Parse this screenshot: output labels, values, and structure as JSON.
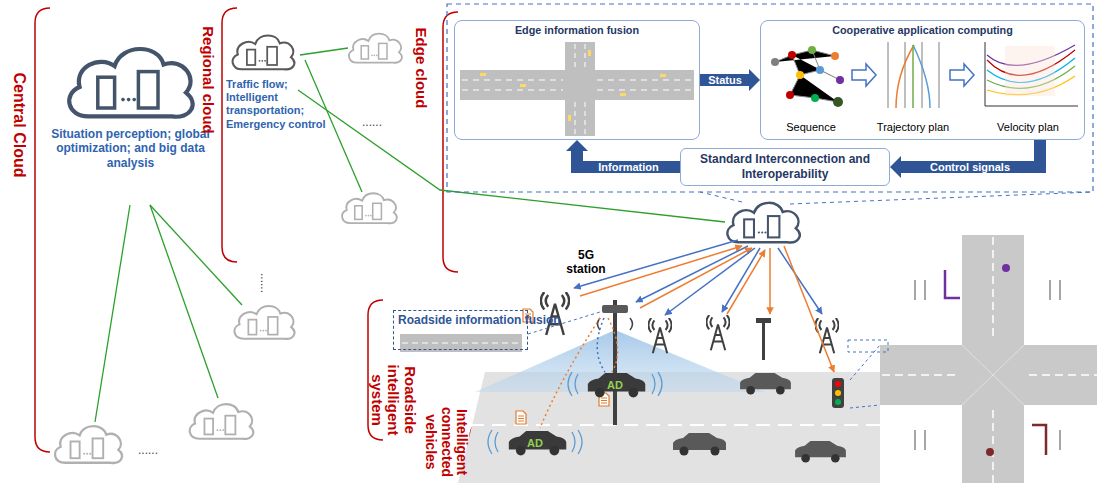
{
  "diagram": {
    "nodes": [
      {
        "text": [
          "Situation perception; global optimization; and big data analysis"
        ]
      },
      {
        "text": [
          "Traffic flow; Intelligent transportation; Emergency control"
        ]
      },
      {
        "text": [
          "Edge information fusion"
        ]
      },
      {
        "text": [
          "Cooperative application computing",
          "Sequence",
          "Trajectory plan",
          "Velocity plan"
        ]
      },
      {
        "text": [
          "Standard Interconnection and Interoperability"
        ]
      },
      {
        "text": [
          "Roadside information fusion"
        ]
      }
    ],
    "edges": [
      {
        "from": 2,
        "to": 3,
        "label": "Status",
        "arrow": "to"
      },
      {
        "from": 3,
        "to": 4,
        "label": "Control signals",
        "arrow": "to"
      },
      {
        "from": 4,
        "to": 2,
        "label": "Information",
        "arrow": "to"
      }
    ],
    "labels": [
      "Central Cloud",
      "Regional cloud",
      "Edge cloud",
      "Roadside intelligent system",
      "Intelligent connected vehicles",
      "5G station",
      "AD",
      "AD",
      "......",
      "......",
      "......"
    ]
  }
}
